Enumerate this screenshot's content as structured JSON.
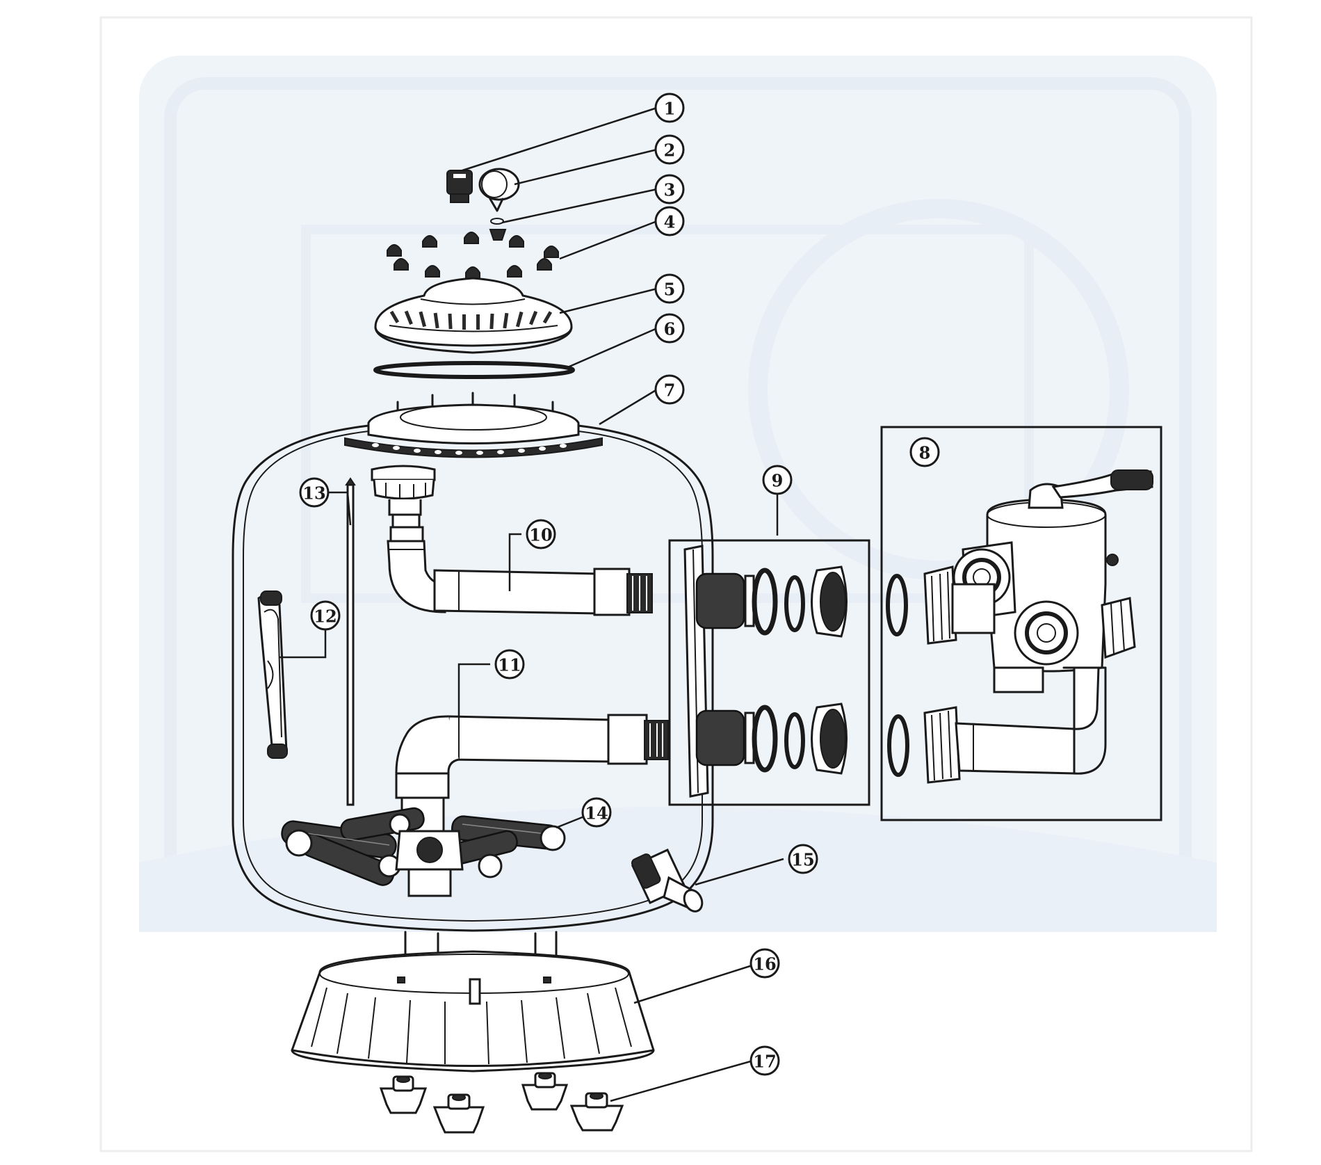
{
  "callouts": [
    {
      "id": "1",
      "label": "1"
    },
    {
      "id": "2",
      "label": "2"
    },
    {
      "id": "3",
      "label": "3"
    },
    {
      "id": "4",
      "label": "4"
    },
    {
      "id": "5",
      "label": "5"
    },
    {
      "id": "6",
      "label": "6"
    },
    {
      "id": "7",
      "label": "7"
    },
    {
      "id": "8",
      "label": "8"
    },
    {
      "id": "9",
      "label": "9"
    },
    {
      "id": "10",
      "label": "10"
    },
    {
      "id": "11",
      "label": "11"
    },
    {
      "id": "12",
      "label": "12"
    },
    {
      "id": "13",
      "label": "13"
    },
    {
      "id": "14",
      "label": "14"
    },
    {
      "id": "15",
      "label": "15"
    },
    {
      "id": "16",
      "label": "16"
    },
    {
      "id": "17",
      "label": "17"
    }
  ],
  "colors": {
    "line": "#1a1a1a",
    "watermark": "#dfe8f2"
  }
}
